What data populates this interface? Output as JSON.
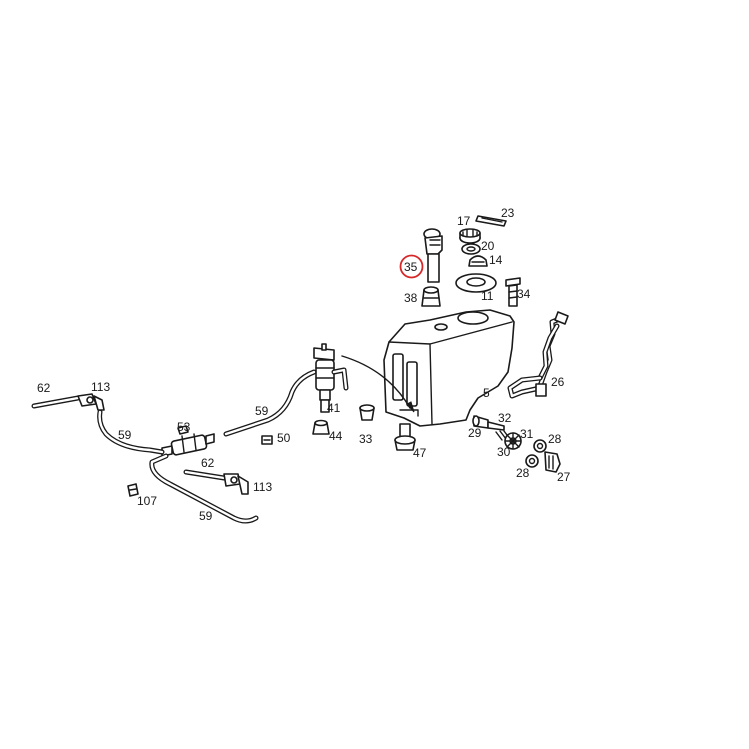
{
  "colors": {
    "line": "#1a1a1a",
    "background": "#ffffff",
    "highlight": "#d62828"
  },
  "highlighted_callout": "35",
  "callouts": [
    {
      "id": "23",
      "text": "23"
    },
    {
      "id": "17",
      "text": "17"
    },
    {
      "id": "20",
      "text": "20"
    },
    {
      "id": "14",
      "text": "14"
    },
    {
      "id": "35",
      "text": "35"
    },
    {
      "id": "38",
      "text": "38"
    },
    {
      "id": "11",
      "text": "11"
    },
    {
      "id": "34",
      "text": "34"
    },
    {
      "id": "26",
      "text": "26"
    },
    {
      "id": "5",
      "text": "5"
    },
    {
      "id": "62a",
      "text": "62"
    },
    {
      "id": "113a",
      "text": "113"
    },
    {
      "id": "59a",
      "text": "59"
    },
    {
      "id": "53",
      "text": "53"
    },
    {
      "id": "59b",
      "text": "59"
    },
    {
      "id": "50",
      "text": "50"
    },
    {
      "id": "41",
      "text": "41"
    },
    {
      "id": "44",
      "text": "44"
    },
    {
      "id": "33",
      "text": "33"
    },
    {
      "id": "47",
      "text": "47"
    },
    {
      "id": "32",
      "text": "32"
    },
    {
      "id": "29",
      "text": "29"
    },
    {
      "id": "31",
      "text": "31"
    },
    {
      "id": "28a",
      "text": "28"
    },
    {
      "id": "30",
      "text": "30"
    },
    {
      "id": "28b",
      "text": "28"
    },
    {
      "id": "27",
      "text": "27"
    },
    {
      "id": "62b",
      "text": "62"
    },
    {
      "id": "113b",
      "text": "113"
    },
    {
      "id": "107",
      "text": "107"
    },
    {
      "id": "59c",
      "text": "59"
    }
  ]
}
